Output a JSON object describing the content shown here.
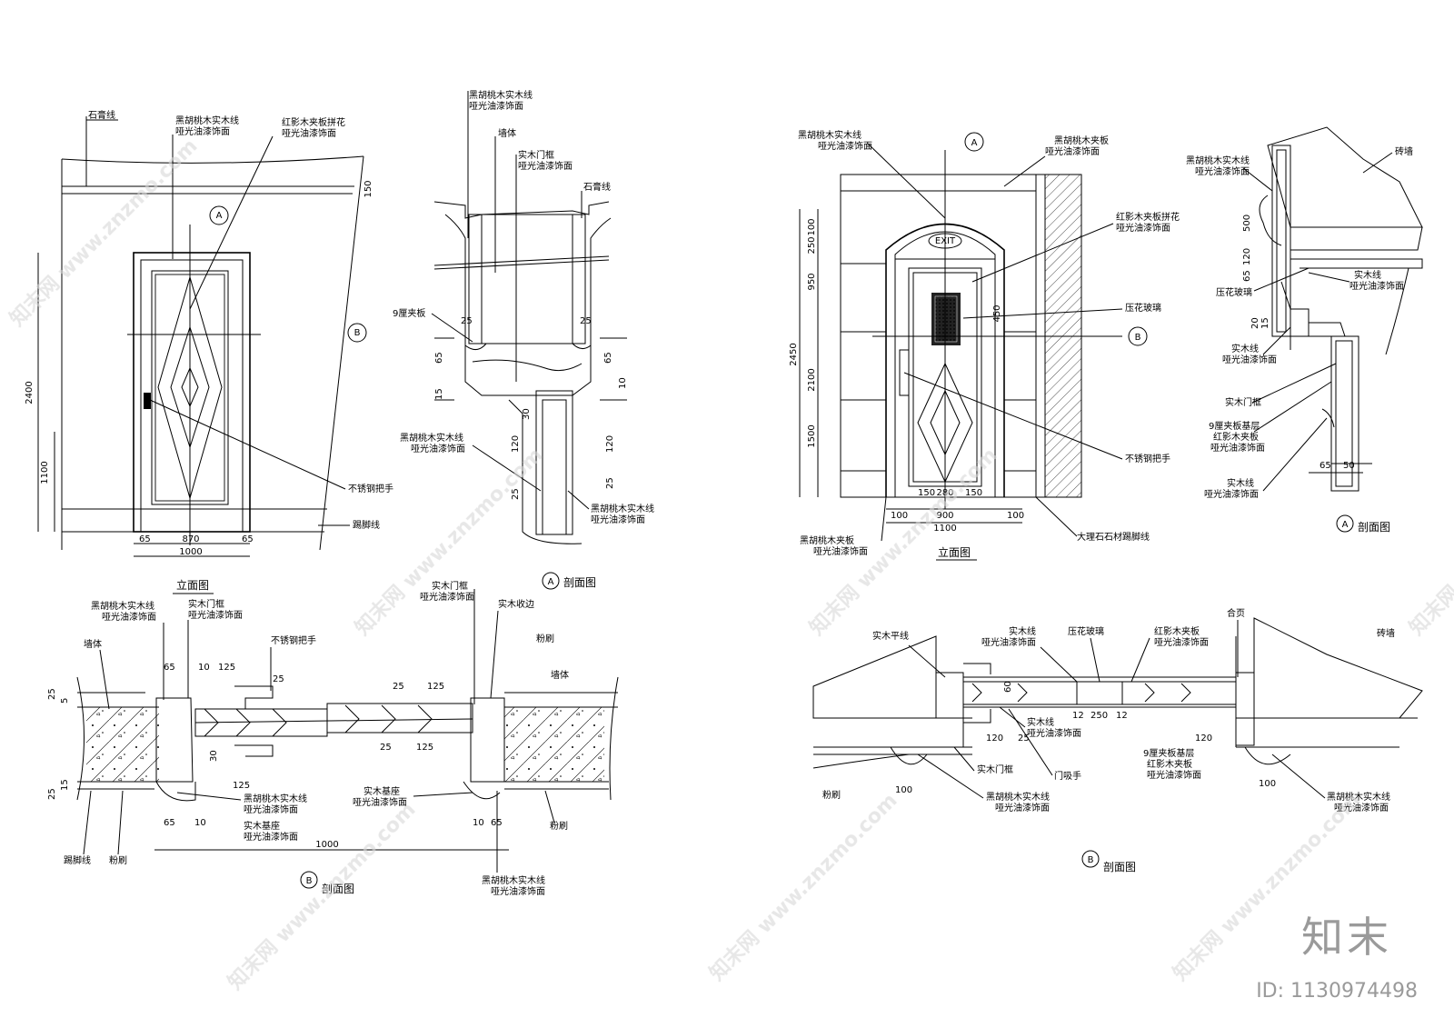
{
  "left_elevation": {
    "labels": {
      "ceiling": "石膏线",
      "frame_line": "黑胡桃木实木线",
      "frame_line_sub": "哑光油漆饰面",
      "panel": "红影木夹板拼花",
      "panel_sub": "哑光油漆饰面",
      "handle": "不锈钢把手",
      "skirting": "踢脚线",
      "title": "立面图"
    },
    "dims": {
      "total_h": "2400",
      "h1100": "1100",
      "d150": "150",
      "w65a": "65",
      "w870": "870",
      "w65b": "65",
      "w1000": "1000"
    },
    "markers": {
      "a": "A",
      "b": "B"
    }
  },
  "left_section_a": {
    "labels": {
      "top": "黑胡桃木实木线",
      "top_sub": "哑光油漆饰面",
      "wall": "墙体",
      "frame": "实木门框",
      "frame_sub": "哑光油漆饰面",
      "ceiling": "石膏线",
      "board": "9厘夹板",
      "bottom": "黑胡桃木实木线",
      "bottom_sub": "哑光油漆饰面",
      "bottom2": "黑胡桃木实木线",
      "bottom2_sub": "哑光油漆饰面",
      "title": "剖面图"
    },
    "dims": {
      "d25a": "25",
      "d25b": "25",
      "d65a": "65",
      "d65b": "65",
      "d15": "15",
      "d10": "10",
      "d30": "30",
      "d120a": "120",
      "d120b": "120",
      "d25c": "25",
      "d25d": "25"
    },
    "marker": "A"
  },
  "left_section_b": {
    "labels": {
      "l1": "黑胡桃木实木线",
      "l1_sub": "哑光油漆饰面",
      "l2": "实木门框",
      "l2_sub": "哑光油漆饰面",
      "l3": "实木门框",
      "l3_sub": "哑光油漆饰面",
      "l4": "实木收边",
      "handle": "不锈钢把手",
      "wall_l": "墙体",
      "wall_r": "墙体",
      "plaster_r": "粉刷",
      "base1": "实木基座",
      "base1_sub": "哑光油漆饰面",
      "base2": "实木基座",
      "base2_sub": "哑光油漆饰面",
      "l5": "黑胡桃木实木线",
      "l5_sub": "哑光油漆饰面",
      "l6": "黑胡桃木实木线",
      "l6_sub": "哑光油漆饰面",
      "skirting": "踢脚线",
      "plaster_l": "粉刷",
      "plaster_r2": "粉刷",
      "title": "剖面图"
    },
    "dims": {
      "d25": "25",
      "d5": "5",
      "d65a": "65",
      "d10a": "10",
      "d125a": "125",
      "d25b": "25",
      "d125b": "125",
      "d30": "30",
      "d25c": "25",
      "d125c": "125",
      "d125d": "125",
      "d25d": "25",
      "d15": "15",
      "d25e": "25",
      "d65b": "65",
      "d10b": "10",
      "d10c": "10",
      "d65c": "65",
      "d1000": "1000"
    },
    "marker": "B"
  },
  "right_elevation": {
    "labels": {
      "l1": "黑胡桃木实木线",
      "l1_sub": "哑光油漆饰面",
      "l2": "黑胡桃木夹板",
      "l2_sub": "哑光油漆饰面",
      "l3": "红影木夹板拼花",
      "l3_sub": "哑光油漆饰面",
      "glass": "压花玻璃",
      "exit": "EXIT",
      "handle": "不锈钢把手",
      "l4": "黑胡桃木夹板",
      "l4_sub": "哑光油漆饰面",
      "marble": "大理石石材踢脚线",
      "title": "立面图"
    },
    "dims": {
      "d100": "100",
      "d250": "250",
      "d950": "950",
      "d2450": "2450",
      "d2100": "2100",
      "d1500": "1500",
      "d450": "450",
      "d150a": "150",
      "d280": "280",
      "d150b": "150",
      "d100a": "100",
      "d900": "900",
      "d100b": "100",
      "d1100": "1100"
    },
    "markers": {
      "a": "A",
      "b": "B"
    }
  },
  "right_section_a": {
    "labels": {
      "l1": "黑胡桃木实木线",
      "l1_sub": "哑光油漆饰面",
      "stone": "砖墙",
      "glass": "压花玻璃",
      "l2": "实木线",
      "l2_sub": "哑光油漆饰面",
      "l3": "实木线",
      "l3_sub": "哑光油漆饰面",
      "frame": "实木门框",
      "l4": "9厘夹板基层",
      "l4_sub": "红影木夹板",
      "l4_sub2": "哑光油漆饰面",
      "l5": "实木线",
      "l5_sub": "哑光油漆饰面",
      "title": "剖面图"
    },
    "dims": {
      "d500": "500",
      "d120": "120",
      "d65": "65",
      "d20": "20",
      "d15": "15",
      "d65b": "65",
      "d50": "50"
    },
    "marker": "A"
  },
  "right_section_b": {
    "labels": {
      "l1": "实木平线",
      "l2": "实木线",
      "l2_sub": "哑光油漆饰面",
      "glass": "压花玻璃",
      "l3": "红影木夹板",
      "l3_sub": "哑光油漆饰面",
      "hinge": "合页",
      "stone": "砖墙",
      "l4": "实木线",
      "l4_sub": "哑光油漆饰面",
      "frame": "实木门框",
      "l5": "黑胡桃木实木线",
      "l5_sub": "哑光油漆饰面",
      "lock": "门吸手",
      "l6": "9厘夹板基层",
      "l6_sub": "红影木夹板",
      "l6_sub2": "哑光油漆饰面",
      "l7": "黑胡桃木实木线",
      "l7_sub": "哑光油漆饰面",
      "plaster": "粉刷",
      "title": "剖面图"
    },
    "dims": {
      "d12a": "12",
      "d250": "250",
      "d12b": "12",
      "d60": "60",
      "d120a": "120",
      "d25": "25",
      "d120b": "120",
      "d100a": "100",
      "d100b": "100"
    },
    "marker": "B"
  },
  "watermark": {
    "text": "知末网 www.znzmo.com",
    "logo": "知末",
    "id": "ID: 1130974498"
  }
}
